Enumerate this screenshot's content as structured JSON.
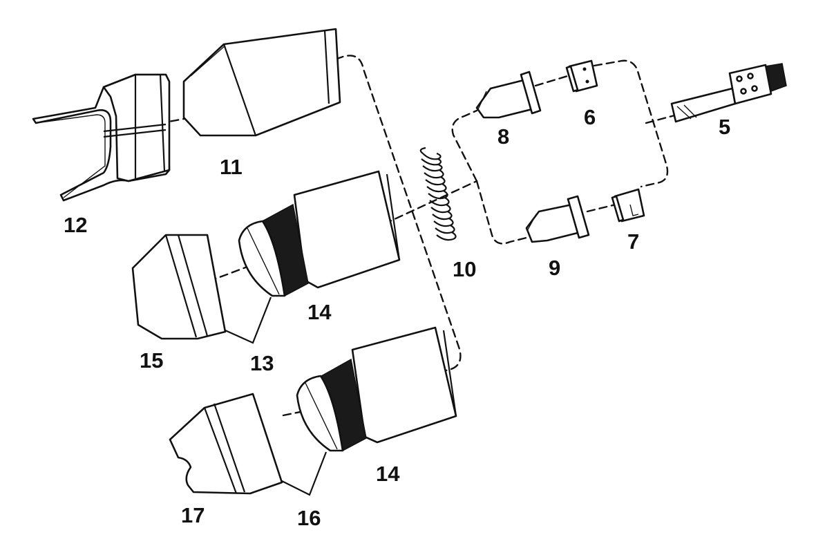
{
  "figure": {
    "callouts": {
      "p5": "5",
      "p6": "6",
      "p7": "7",
      "p8": "8",
      "p9": "9",
      "p10": "10",
      "p11": "11",
      "p12": "12",
      "p13": "13",
      "p14_upper": "14",
      "p14_lower": "14",
      "p15": "15",
      "p16": "16",
      "p17": "17"
    }
  }
}
